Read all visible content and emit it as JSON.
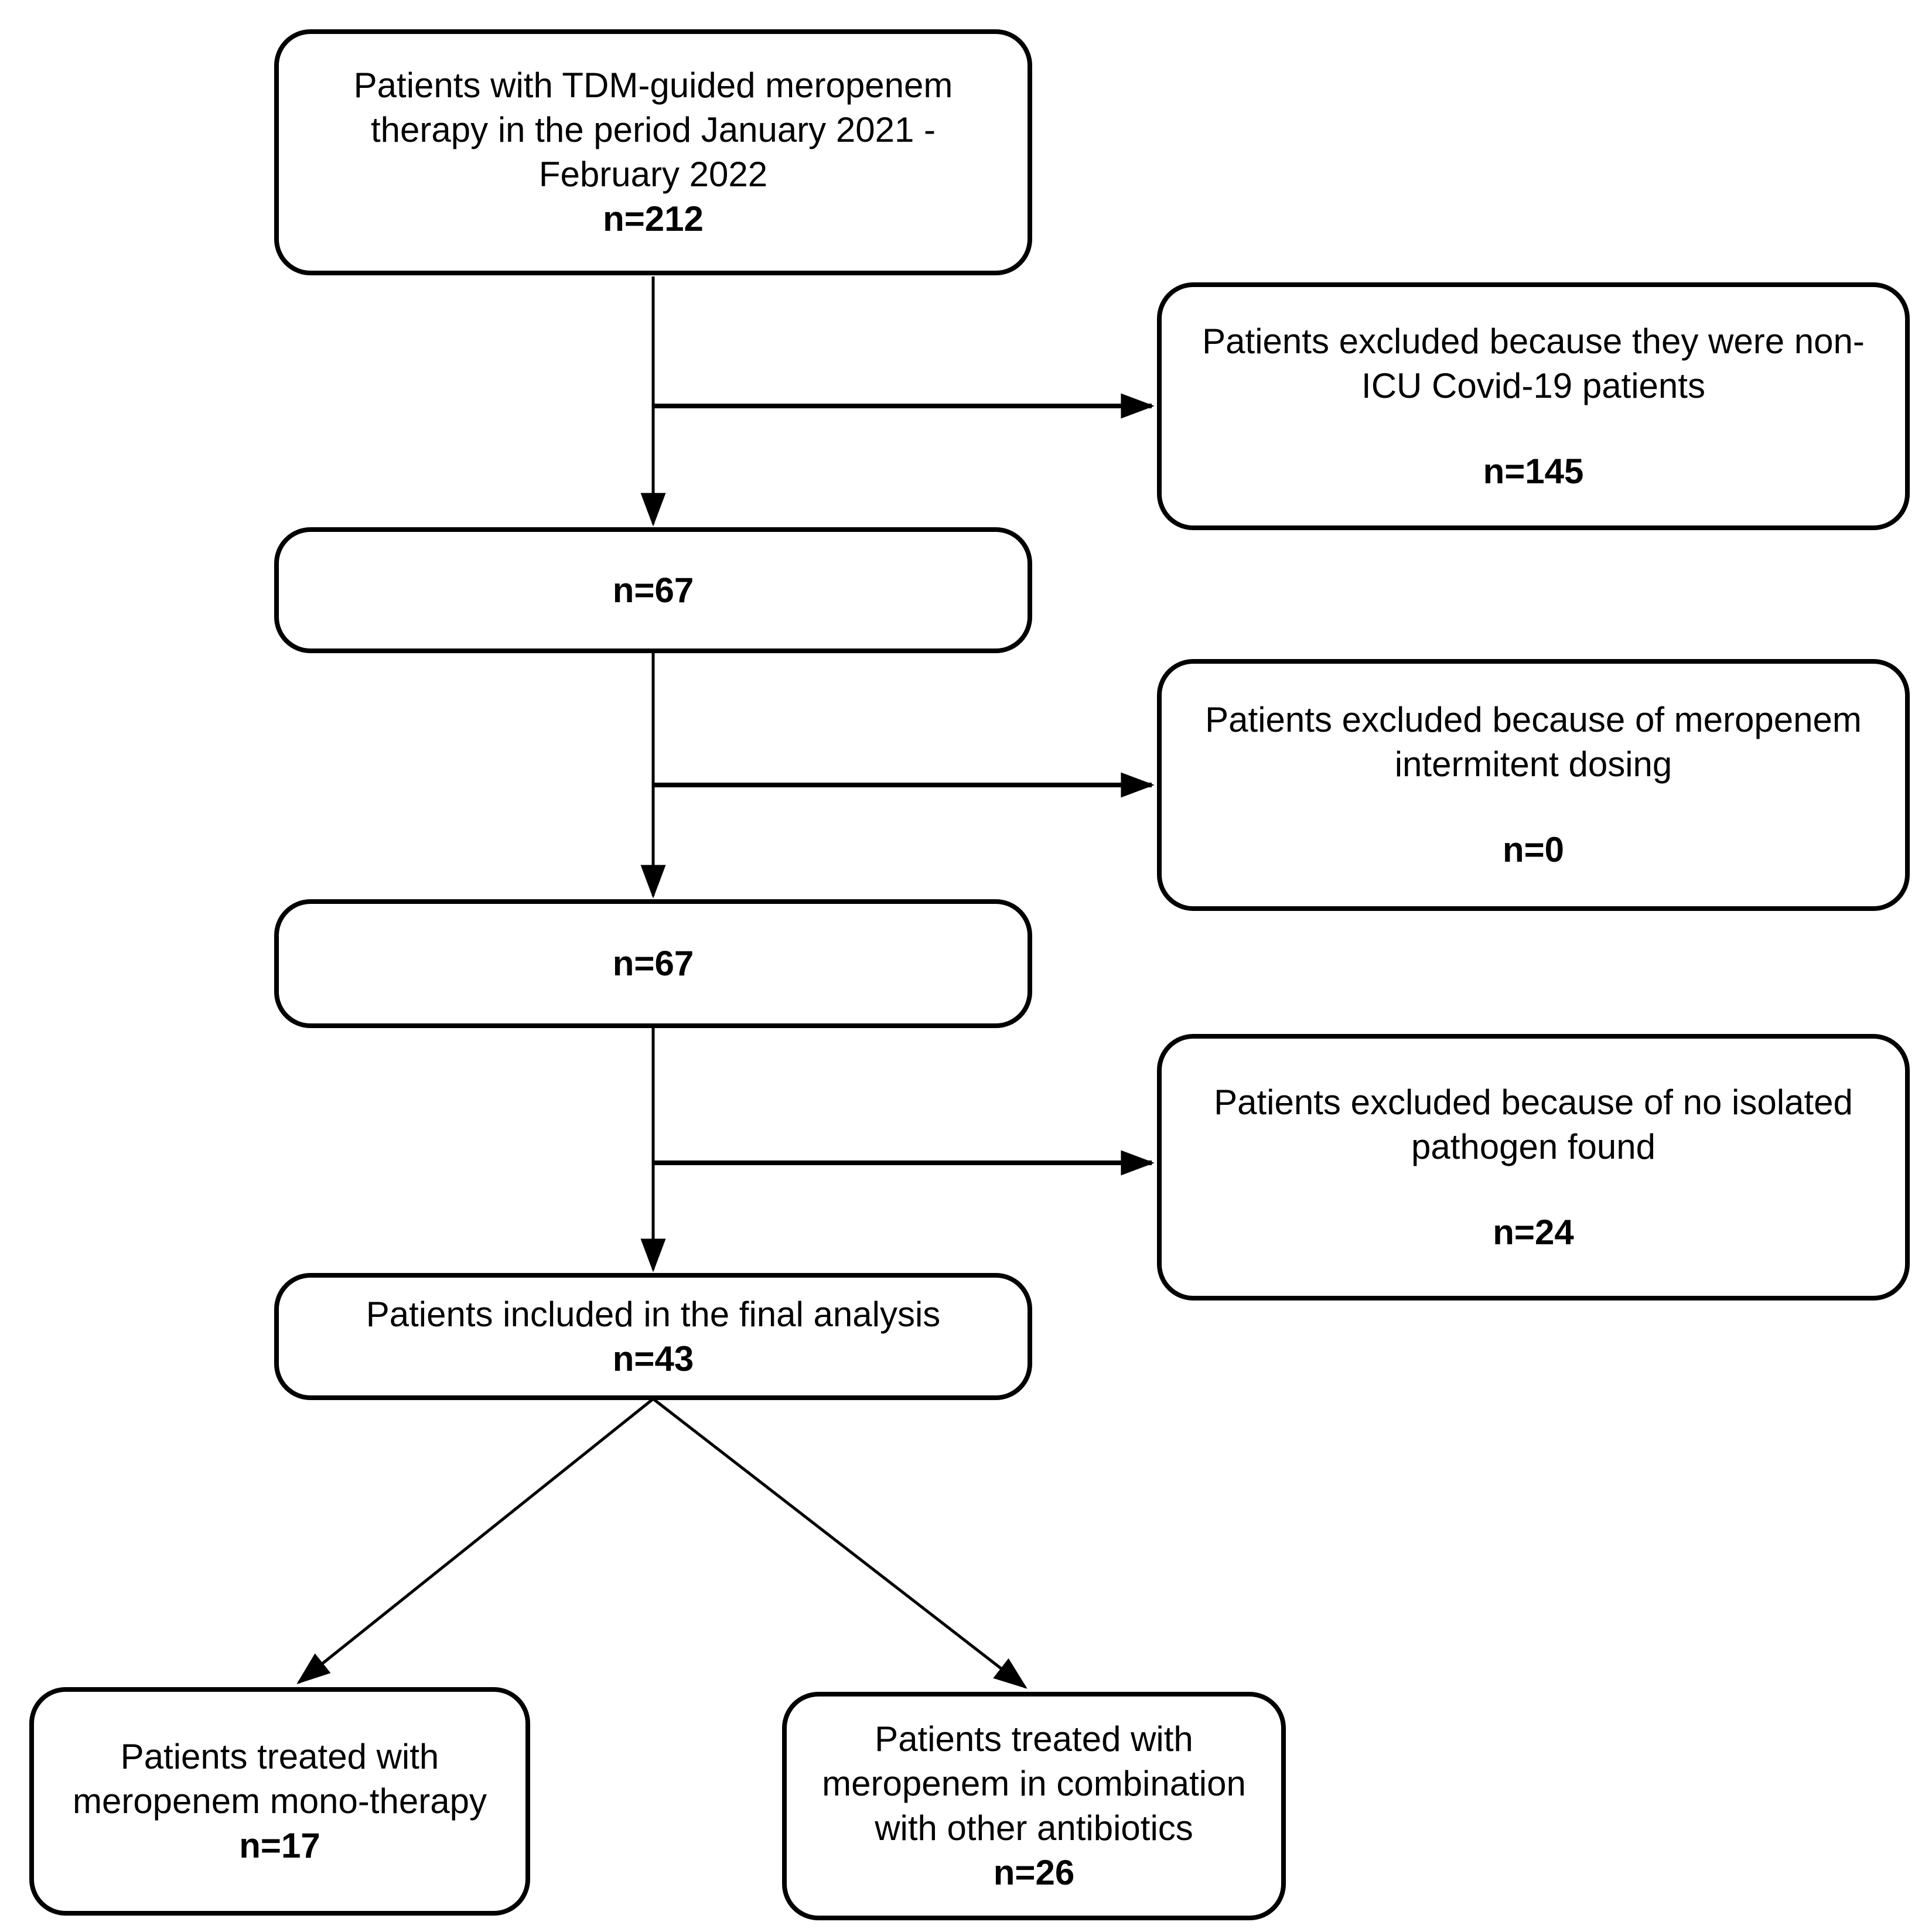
{
  "figure": {
    "colors": {
      "background": "#ffffff",
      "box_fill": "#ffffff",
      "box_border": "#000000",
      "line": "#000000",
      "text": "#000000"
    },
    "boxes": {
      "enrollment": {
        "line1": "Patients with TDM-guided meropenem",
        "line2": "therapy in the period January 2021 -",
        "line3": "February 2022",
        "n": "n=212"
      },
      "excluded_non_icu": {
        "line1": "Patients excluded because they were non-",
        "line2": "ICU Covid-19 patients",
        "n": "n=145"
      },
      "after_icu_exclusion": {
        "n": "n=67"
      },
      "excluded_intermittent_dosing": {
        "line1": "Patients excluded because of meropenem",
        "line2": "intermitent dosing",
        "n": "n=0"
      },
      "after_dosing_exclusion": {
        "n": "n=67"
      },
      "excluded_no_pathogen": {
        "line1": "Patients excluded because of no isolated",
        "line2": "pathogen found",
        "n": "n=24"
      },
      "final_analysis": {
        "line1": "Patients included in the final analysis",
        "n": "n=43"
      },
      "monotherapy": {
        "line1": "Patients treated with",
        "line2": "meropenem mono-therapy",
        "n": "n=17"
      },
      "combination": {
        "line1": "Patients treated with",
        "line2": "meropenem in combination",
        "line3": "with other antibiotics",
        "n": "n=26"
      }
    }
  }
}
